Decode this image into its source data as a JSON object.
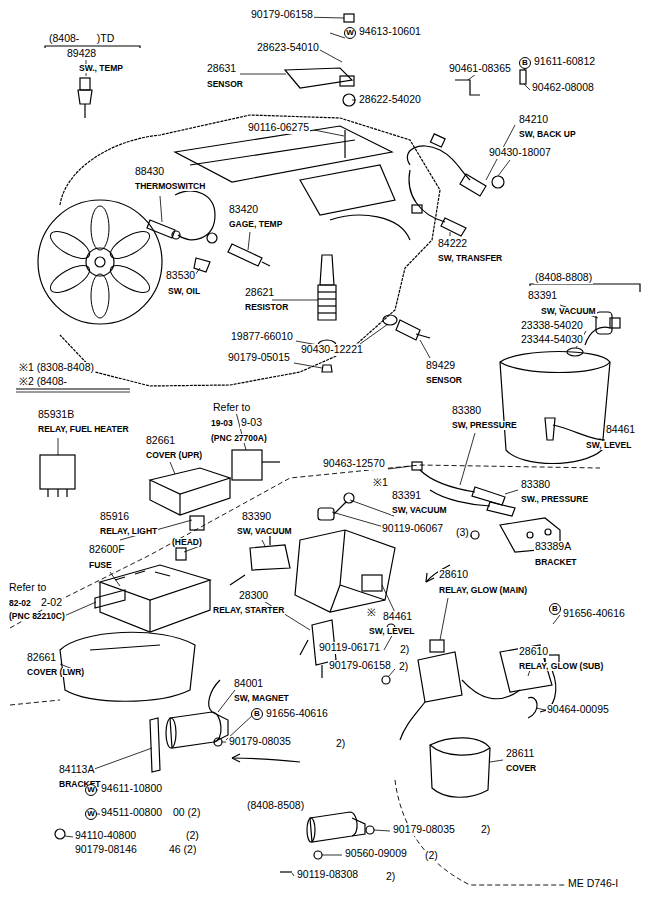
{
  "diagram": {
    "nodes": [
      {
        "text": [
          "W"
        ]
      },
      {
        "text": [
          "B"
        ]
      },
      {
        "text": [
          "B"
        ]
      },
      {
        "text": [
          "B"
        ]
      },
      {
        "text": [
          "W"
        ]
      },
      {
        "text": [
          "W"
        ]
      }
    ],
    "labels": [
      "(8408-      )TD",
      "89428",
      "SW., TEMP",
      "90179-06158",
      "94613-10601",
      "28623-54010",
      "28631",
      "SENSOR",
      "90461-08365",
      "91611-60812",
      "90462-08008",
      "28622-54020",
      "84210",
      "SW, BACK UP",
      "90116-06275",
      "90430-18007",
      "88430",
      "THERMOSWITCH",
      "83420",
      "GAGE, TEMP",
      "84222",
      "SW, TRANSFER",
      "(8408-8808)",
      "83391",
      "SW, VACUUM",
      "23338-54020",
      "23344-54030",
      "83530",
      "SW, OIL",
      "28621",
      "RESISTOR",
      "19877-66010",
      "90179-05015",
      "90430-12221",
      "89429",
      "SENSOR",
      "※1 (8308-8408)",
      "※2 (8408-",
      "85931B",
      "RELAY, FUEL HEATER",
      "Refer to",
      "19-03",
      "9-03",
      "(PNC 27700A)",
      "82661",
      "COVER (UPR)",
      "83380",
      "SW, PRESSURE",
      "84461",
      "SW, LEVEL",
      "90463-12570",
      "※1",
      "83391",
      "SW, VACUUM",
      "83380",
      "SW., PRESSURE",
      "85916",
      "RELAY, LIGHT",
      "(HEAD)",
      "83390",
      "SW, VACUUM",
      "90119-06067",
      "(3)",
      "82600F",
      "FUSE",
      "83389A",
      "BRACKET",
      "28610",
      "RELAY, GLOW (MAIN)",
      "Refer to",
      "82-02",
      "2-02",
      "(PNC 82210C)",
      "91656-40616",
      "28300",
      "RELAY, STARTER",
      "※",
      "84461",
      "SW, LEVEL",
      "90119-06171",
      "2)",
      "28610",
      "RELAY, GLOW (SUB)",
      "82661",
      "COVER (LWR)",
      "90179-06158",
      "2)",
      "84001",
      "SW, MAGNET",
      "91656-40616",
      "90464-00095",
      "90179-08035",
      "2)",
      "28611",
      "COVER",
      "84113A",
      "BRACKET",
      "94611-10800",
      "(8408-8508)",
      "94511-00800",
      "00 (2)",
      "90179-08035",
      "2)",
      "94110-40800",
      "(2)",
      "90179-08146",
      "46 (2)",
      "90560-09009",
      "(2)",
      "90119-08308",
      "2)",
      "ME D746-I"
    ]
  }
}
